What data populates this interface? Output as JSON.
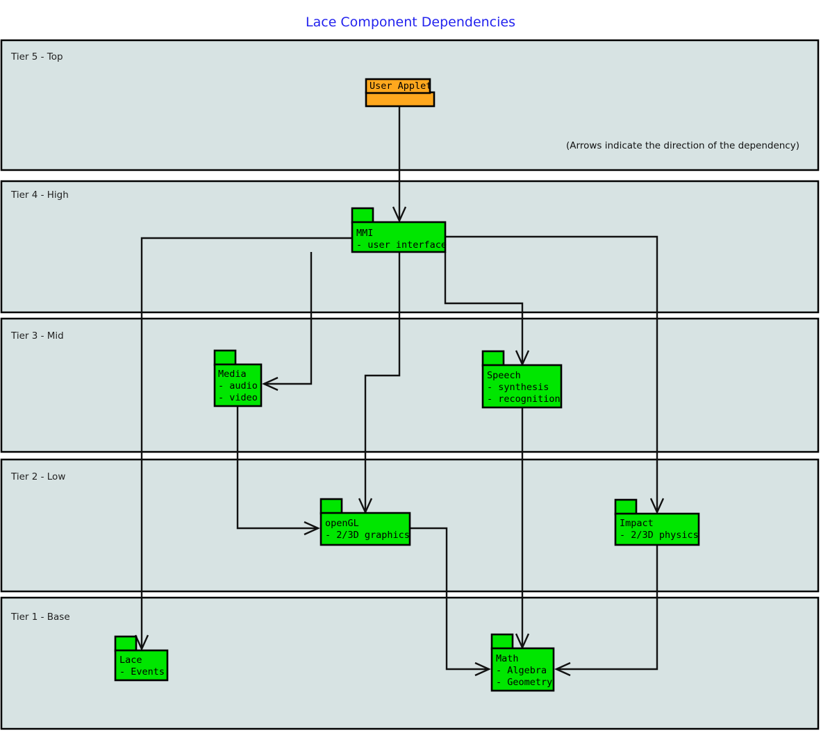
{
  "diagram": {
    "title": "Lace Component Dependencies",
    "title_color": "#2222ee",
    "note": "(Arrows indicate the direction of the dependency)",
    "background": "#ffffff",
    "tier_fill": "#d7e3e3",
    "node_fill_green": "#00e600",
    "node_fill_orange": "#ffa81e",
    "edge_color": "#111111"
  },
  "tiers": [
    {
      "id": "tier5",
      "label": "Tier 5 - Top"
    },
    {
      "id": "tier4",
      "label": "Tier 4 - High"
    },
    {
      "id": "tier3",
      "label": "Tier 3 - Mid"
    },
    {
      "id": "tier2",
      "label": "Tier 2 - Low"
    },
    {
      "id": "tier1",
      "label": "Tier 1 - Base"
    }
  ],
  "nodes": [
    {
      "id": "user-applet",
      "tier": "tier5",
      "color": "orange",
      "name": "User Applet",
      "items": []
    },
    {
      "id": "mmi",
      "tier": "tier4",
      "color": "green",
      "name": "MMI",
      "items": [
        "- user interface"
      ]
    },
    {
      "id": "media",
      "tier": "tier3",
      "color": "green",
      "name": "Media",
      "items": [
        "- audio",
        "- video"
      ]
    },
    {
      "id": "speech",
      "tier": "tier3",
      "color": "green",
      "name": "Speech",
      "items": [
        "- synthesis",
        "- recognition"
      ]
    },
    {
      "id": "opengl",
      "tier": "tier2",
      "color": "green",
      "name": "openGL",
      "items": [
        "- 2/3D graphics"
      ]
    },
    {
      "id": "impact",
      "tier": "tier2",
      "color": "green",
      "name": "Impact",
      "items": [
        "- 2/3D physics"
      ]
    },
    {
      "id": "lace",
      "tier": "tier1",
      "color": "green",
      "name": "Lace",
      "items": [
        "- Events"
      ]
    },
    {
      "id": "math",
      "tier": "tier1",
      "color": "green",
      "name": "Math",
      "items": [
        "- Algebra",
        "- Geometry"
      ]
    }
  ],
  "edges": [
    {
      "from": "user-applet",
      "to": "mmi"
    },
    {
      "from": "mmi",
      "to": "media"
    },
    {
      "from": "mmi",
      "to": "speech"
    },
    {
      "from": "mmi",
      "to": "opengl"
    },
    {
      "from": "mmi",
      "to": "lace"
    },
    {
      "from": "mmi",
      "to": "impact"
    },
    {
      "from": "media",
      "to": "opengl"
    },
    {
      "from": "speech",
      "to": "math"
    },
    {
      "from": "opengl",
      "to": "math"
    },
    {
      "from": "impact",
      "to": "math"
    }
  ]
}
